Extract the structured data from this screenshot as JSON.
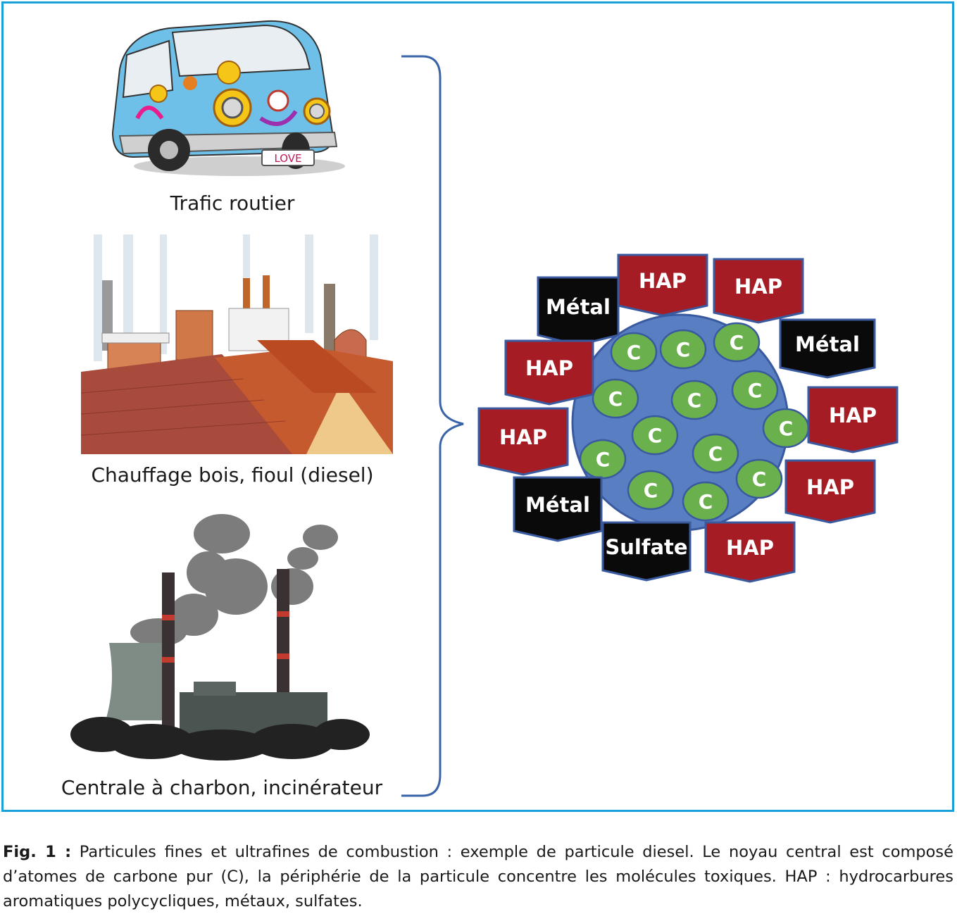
{
  "sources": [
    {
      "label": "Trafic routier",
      "icon": "hippie-van-icon"
    },
    {
      "label": "Chauffage bois, fioul (diesel)",
      "icon": "rooftops-chimneys-icon"
    },
    {
      "label": "Centrale à charbon, incinérateur",
      "icon": "coal-power-plant-icon"
    }
  ],
  "van_plate": "LOVE",
  "particle": {
    "core_label": "C",
    "tags": [
      {
        "label": "Métal",
        "kind": "metal"
      },
      {
        "label": "HAP",
        "kind": "hap"
      },
      {
        "label": "HAP",
        "kind": "hap"
      },
      {
        "label": "Métal",
        "kind": "metal"
      },
      {
        "label": "HAP",
        "kind": "hap"
      },
      {
        "label": "HAP",
        "kind": "hap"
      },
      {
        "label": "HAP",
        "kind": "hap"
      },
      {
        "label": "HAP",
        "kind": "hap"
      },
      {
        "label": "Métal",
        "kind": "metal"
      },
      {
        "label": "Sulfate",
        "kind": "metal"
      },
      {
        "label": "HAP",
        "kind": "hap"
      }
    ]
  },
  "colors": {
    "frame": "#1aa0d8",
    "brace": "#3a64a8",
    "core": "#5a7ec2",
    "carbon": "#6ab04c",
    "hap": "#a51c24",
    "metal": "#0a0a0a",
    "tag_border": "#3a5aa0"
  },
  "caption": {
    "prefix": "Fig. 1 :",
    "text": " Particules fines et ultrafines de combustion : exemple de particule diesel. Le noyau central est composé d’atomes de carbone pur (C), la périphérie de la particule concentre les molécules toxiques. HAP : hydrocarbures aromatiques polycycliques, métaux, sulfates."
  }
}
